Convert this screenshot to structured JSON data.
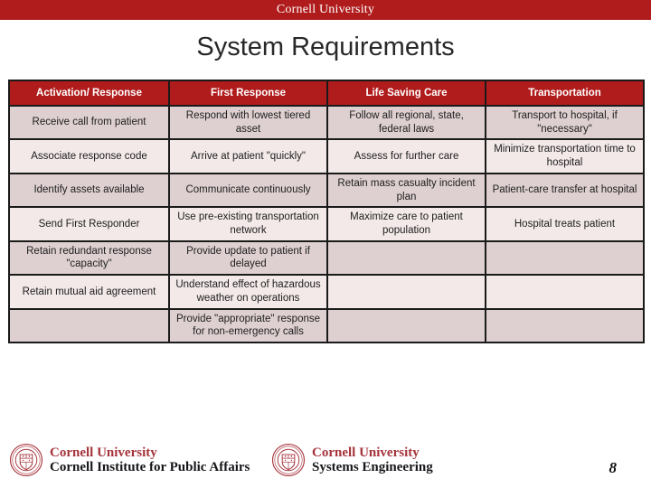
{
  "banner": {
    "text": "Cornell University",
    "bg_color": "#b01c1c",
    "text_color": "#ffffff"
  },
  "title": "System Requirements",
  "table": {
    "header_bg_color": "#b01c1c",
    "row_dark_color": "#ded0d1",
    "row_light_color": "#f3e9e9",
    "columns": [
      "Activation/ Response",
      "First Response",
      "Life Saving Care",
      "Transportation"
    ],
    "rows": [
      [
        "Receive call from patient",
        "Respond with lowest tiered asset",
        "Follow all regional, state, federal laws",
        "Transport to hospital, if \"necessary\""
      ],
      [
        "Associate response code",
        "Arrive at patient \"quickly\"",
        "Assess for further care",
        "Minimize transportation time to hospital"
      ],
      [
        "Identify assets available",
        "Communicate continuously",
        "Retain mass casualty incident plan",
        "Patient-care transfer at hospital"
      ],
      [
        "Send First Responder",
        "Use pre-existing transportation network",
        "Maximize care to patient population",
        "Hospital treats patient"
      ],
      [
        "Retain redundant response \"capacity\"",
        "Provide update to patient if delayed",
        "",
        ""
      ],
      [
        "Retain mutual aid agreement",
        "Understand effect of hazardous weather on operations",
        "",
        ""
      ],
      [
        "",
        "Provide \"appropriate\" response for non-emergency calls",
        "",
        ""
      ]
    ]
  },
  "footer": {
    "logo_left": {
      "line1": "Cornell University",
      "line2": "Cornell Institute for Public Affairs"
    },
    "logo_right": {
      "line1": "Cornell University",
      "line2": "Systems Engineering"
    },
    "page_number": "8",
    "seal_color": "#a6333b"
  }
}
